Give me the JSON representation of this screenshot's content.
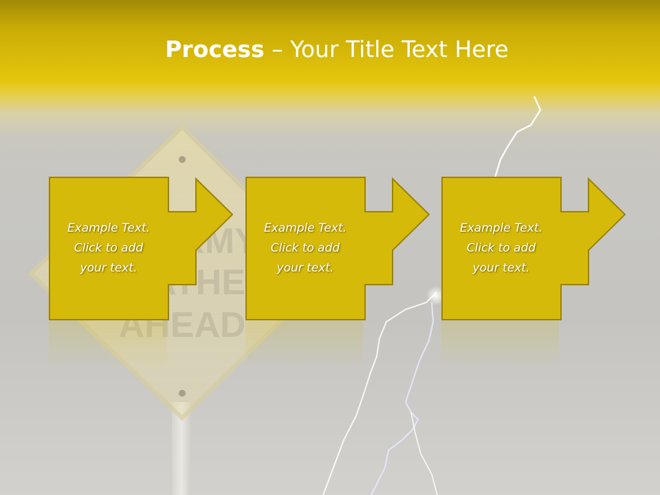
{
  "title": {
    "bold": "Process",
    "rest": " – Your Title Text Here"
  },
  "background": {
    "sign_lines": [
      "STORMY",
      "WEATHER",
      "AHEAD"
    ]
  },
  "steps": [
    {
      "text": "Example Text.\nClick  to add\nyour text."
    },
    {
      "text": "Example Text.\nClick  to add\nyour text."
    },
    {
      "text": "Example Text.\nClick  to add\nyour text."
    }
  ],
  "colors": {
    "box_fill": "#d6ba0a",
    "box_border": "#9a8208",
    "title": "#ffffff"
  }
}
